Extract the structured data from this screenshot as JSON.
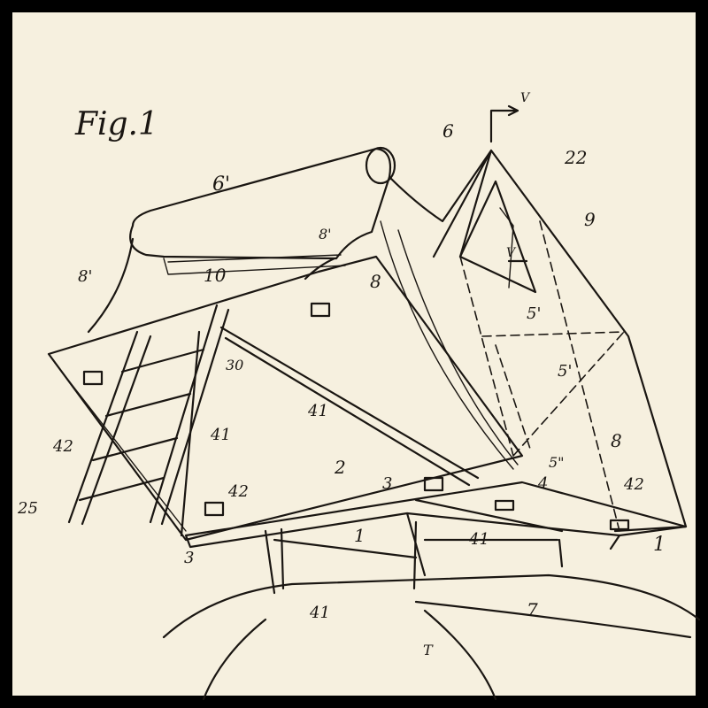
{
  "figure": {
    "title": "Fig.1",
    "labels": [
      "6'",
      "6",
      "V",
      "22",
      "9",
      "8'",
      "8'",
      "10",
      "8",
      "5'",
      "5'",
      "30",
      "41",
      "42",
      "41",
      "2",
      "3",
      "8",
      "5\"",
      "4",
      "42",
      "25",
      "42",
      "1",
      "1",
      "3",
      "41",
      "41",
      "7",
      "T",
      "V"
    ]
  }
}
